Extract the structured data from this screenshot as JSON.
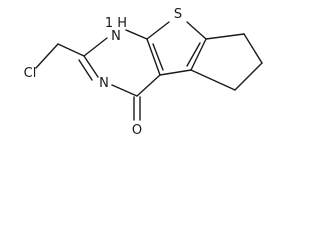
{
  "molecule": {
    "atoms": {
      "cl": "Cl",
      "nh": "1 H",
      "nh_n": "N",
      "n": "N",
      "s": "S",
      "o": "O"
    },
    "colors": {
      "bond": "#1a1a1a",
      "background": "#ffffff"
    }
  }
}
